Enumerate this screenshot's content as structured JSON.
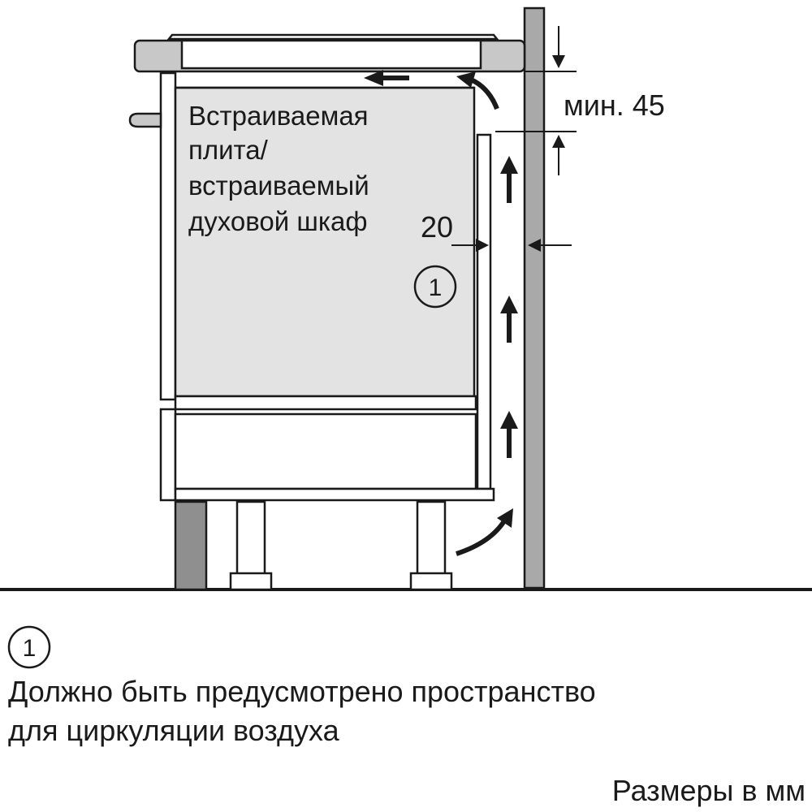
{
  "diagram": {
    "appliance_label_lines": [
      "Встраиваемая",
      "плита/",
      "встраиваемый",
      "духовой шкаф"
    ],
    "dimension_top": "мин. 45",
    "dimension_gap": "20",
    "callout_number": "1"
  },
  "legend": {
    "callout_number": "1",
    "note_lines": [
      "Должно быть предусмотрено пространство",
      "для циркуляции воздуха"
    ],
    "units": "Размеры в мм"
  },
  "colors": {
    "line": "#1a1a1a",
    "appliance_fill": "#e3e3e3",
    "countertop_fill": "#c8c8c8",
    "wall_fill": "#a9a9a9",
    "plinth_fill": "#8f8f8f"
  }
}
